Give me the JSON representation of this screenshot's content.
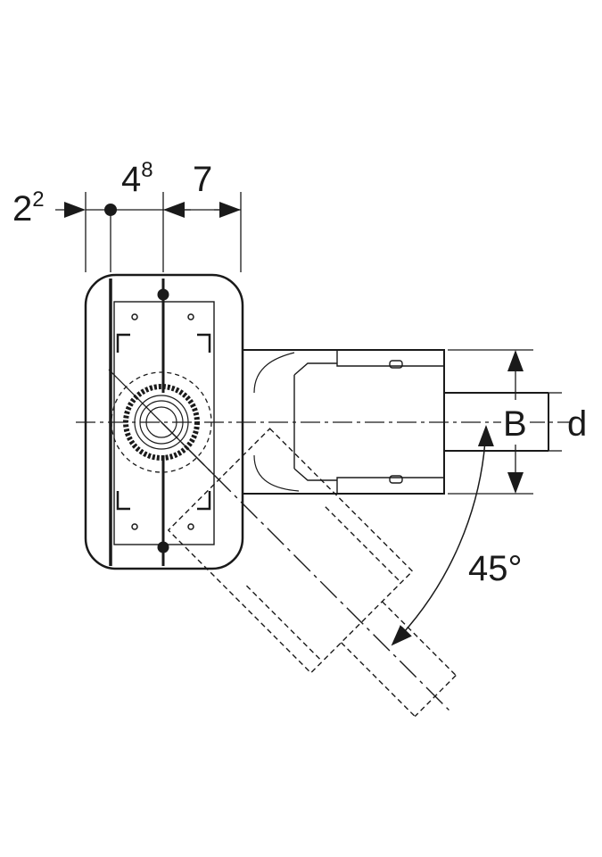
{
  "dimensions": {
    "left_offset": {
      "base": "2",
      "sup": "2"
    },
    "center_offset": {
      "base": "4",
      "sup": "8"
    },
    "right_offset": "7",
    "width_label": "B",
    "diameter_label": "d",
    "angle_label": "45°"
  },
  "colors": {
    "ink": "#1a1a1a",
    "background": "#ffffff"
  }
}
